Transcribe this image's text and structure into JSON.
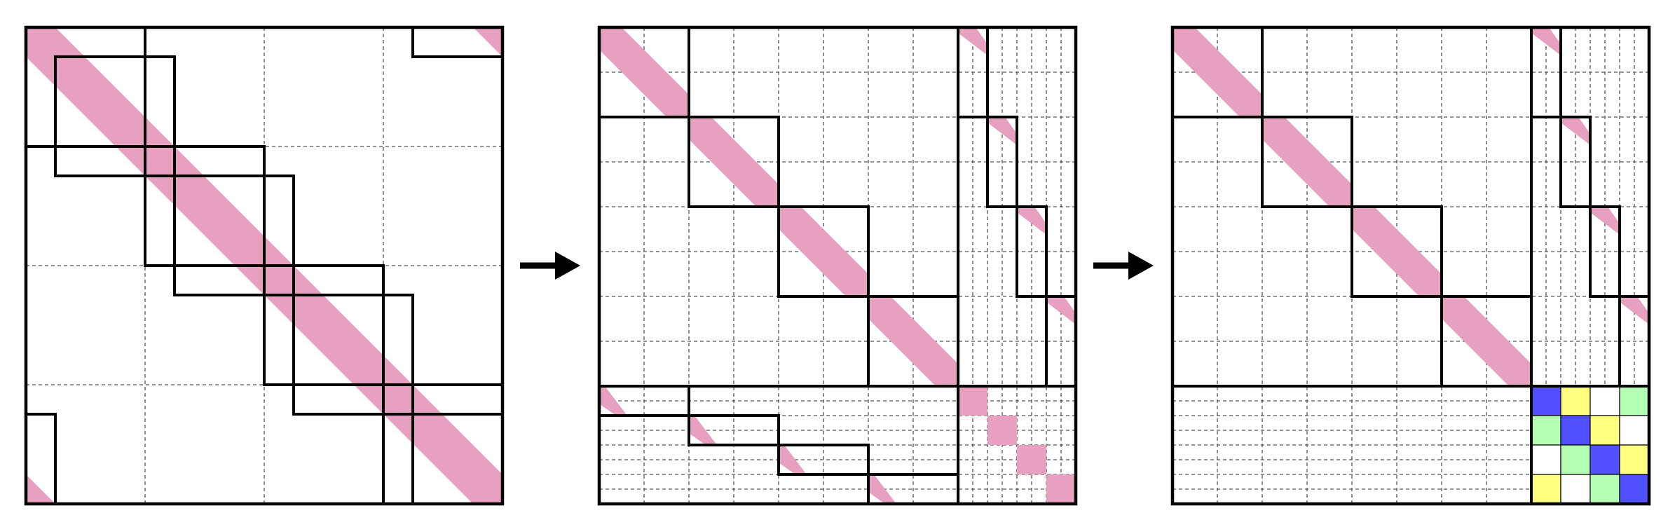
{
  "colors": {
    "band": "#e8a0c0",
    "block_outline": "#000000",
    "grid": "#555555",
    "arrow": "#000000",
    "cell_blue": "#5050ff",
    "cell_yellow": "#ffff80",
    "cell_green": "#b4ffb4"
  },
  "panels": [
    {
      "name": "matrix-panel-banded",
      "grid_divisions": 4
    },
    {
      "name": "matrix-panel-reordered",
      "grid_divisions": 16
    },
    {
      "name": "matrix-panel-reduced",
      "grid_divisions": 16
    }
  ],
  "arrows": [
    {
      "name": "transform-arrow-1",
      "icon": "right-arrow-icon"
    },
    {
      "name": "transform-arrow-2",
      "icon": "right-arrow-icon"
    }
  ],
  "reduced_block_cells": [
    [
      "blue",
      "yellow",
      "white",
      "green"
    ],
    [
      "green",
      "blue",
      "yellow",
      "white"
    ],
    [
      "white",
      "green",
      "blue",
      "yellow"
    ],
    [
      "yellow",
      "white",
      "green",
      "blue"
    ]
  ]
}
